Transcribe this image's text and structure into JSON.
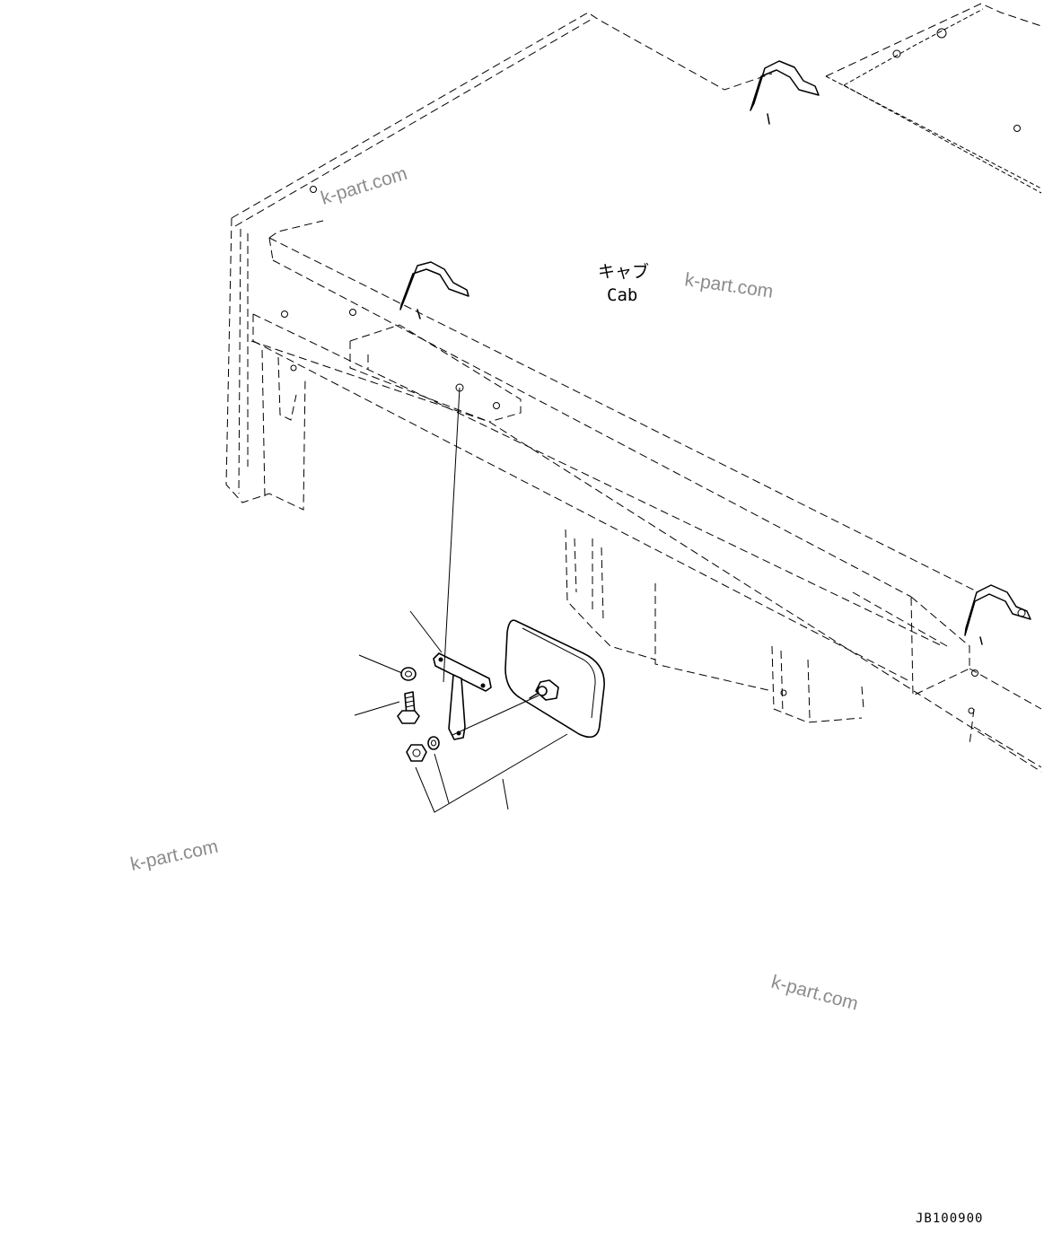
{
  "labels": {
    "cab_jp": "キャブ",
    "cab_en": "Cab",
    "drawing_code": "JB100900"
  },
  "watermarks": [
    "k-part.com",
    "k-part.com",
    "k-part.com",
    "k-part.com"
  ]
}
